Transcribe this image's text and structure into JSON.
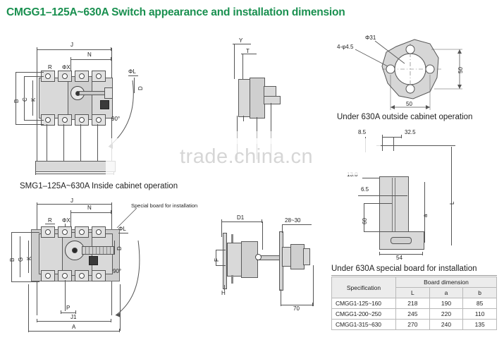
{
  "page": {
    "title": "CMGG1–125A~630A Switch appearance and installation dimension",
    "title_color": "#1a9050",
    "watermark": "trade.china.cn"
  },
  "figures": {
    "top_left": {
      "caption": "SMG1–125A~630A Inside cabinet operation",
      "labels": {
        "j": "J",
        "n": "N",
        "r": "R",
        "phi_x": "ΦX",
        "phi_l": "ΦL",
        "d": "D",
        "b": "B",
        "c": "C",
        "k": "K",
        "angle": "90°"
      }
    },
    "top_center": {
      "labels": {
        "y": "Y",
        "t": "T"
      }
    },
    "top_right": {
      "caption": "Under 630A outside cabinet operation",
      "labels": {
        "bore": "Φ31",
        "holes": "4-φ4.5",
        "height": "50",
        "width": "50"
      }
    },
    "mid_right": {
      "labels": {
        "d1": "8.5",
        "d2": "32.5",
        "d3": "13.0",
        "d4": "6.5",
        "d5": "60",
        "d6": "54",
        "a": "a",
        "l": "L"
      }
    },
    "bottom_left": {
      "annotation": "Special board for installation",
      "labels": {
        "j": "J",
        "n": "N",
        "r": "R",
        "phi_x": "ΦX",
        "phi_l": "ΦL",
        "d": "D",
        "b": "B",
        "g": "G",
        "k": "K",
        "angle": "90°",
        "p": "P",
        "j1": "J1",
        "a": "A"
      }
    },
    "bottom_center": {
      "labels": {
        "d1": "D1",
        "range": "28~30",
        "f": "F",
        "h": "H",
        "seventy": "70"
      }
    }
  },
  "table": {
    "caption": "Under 630A special board for installation",
    "headers": {
      "specification": "Specification",
      "group": "Board dimension",
      "l": "L",
      "a": "a",
      "b": "b"
    },
    "rows": [
      {
        "spec": "CMGG1-125~160",
        "l": "218",
        "a": "190",
        "b": "85"
      },
      {
        "spec": "CMGG1-200~250",
        "l": "245",
        "a": "220",
        "b": "110"
      },
      {
        "spec": "CMGG1-315~630",
        "l": "270",
        "a": "240",
        "b": "135"
      }
    ]
  }
}
